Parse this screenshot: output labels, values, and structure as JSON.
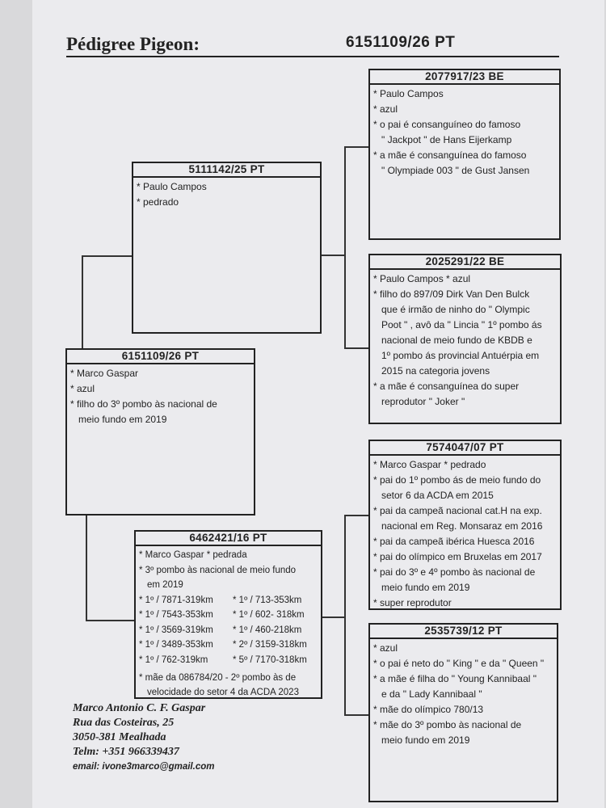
{
  "header": {
    "title": "Pédigree Pigeon:",
    "ring": "6151109/26   PT"
  },
  "pigeon": {
    "ring": "6151109/26   PT",
    "lines": [
      "* Marco Gaspar",
      "* azul",
      "* filho do 3º pombo às nacional de",
      "meio fundo em 2019"
    ]
  },
  "father": {
    "ring": "5111142/25   PT",
    "lines": [
      "* Paulo Campos",
      "* pedrado"
    ]
  },
  "mother": {
    "ring": "6462421/16   PT",
    "lines_top": [
      "* Marco Gaspar     * pedrada",
      "* 3º pombo às nacional de meio fundo",
      "em 2019"
    ],
    "results_left": [
      "* 1º / 7871-319km",
      "* 1º / 7543-353km",
      "* 1º / 3569-319km",
      "* 1º / 3489-353km",
      "* 1º / 762-319km"
    ],
    "results_right": [
      "* 1º / 713-353km",
      "* 1º / 602- 318km",
      "* 1º / 460-218km",
      "* 2º / 3159-318km",
      "* 5º / 7170-318km"
    ],
    "lines_bottom": [
      "* mãe da 086784/20 - 2º pombo às de",
      "velocidade do setor 4 da ACDA 2023"
    ]
  },
  "ff": {
    "ring": "2077917/23   BE",
    "lines": [
      "* Paulo Campos",
      "* azul",
      "* o pai é consanguíneo do famoso",
      "\" Jackpot \" de Hans Eijerkamp",
      "* a mãe é consanguínea do famoso",
      "\" Olympiade 003 \" de Gust Jansen"
    ]
  },
  "fm": {
    "ring": "2025291/22   BE",
    "lines": [
      "* Paulo Campos      * azul",
      "* filho do 897/09  Dirk Van Den Bulck",
      "que é irmão de ninho do \" Olympic",
      "Poot \" , avô da \" Lincia \" 1º pombo ás",
      "nacional de meio fundo de KBDB e",
      "1º pombo ás provincial Antuérpia em",
      "2015 na categoria jovens",
      "* a mãe é consanguínea do super",
      "reprodutor \" Joker \""
    ]
  },
  "mf": {
    "ring": "7574047/07   PT",
    "lines": [
      "* Marco Gaspar     * pedrado",
      "* pai do 1º pombo ás de meio fundo do",
      "setor 6 da ACDA em 2015",
      "* pai da campeã nacional cat.H na exp.",
      "nacional em Reg. Monsaraz em 2016",
      "* pai da campeã ibérica Huesca 2016",
      "* pai do olímpico em Bruxelas em 2017",
      "* pai do 3º e 4º pombo às nacional de",
      "meio fundo em 2019",
      "* super reprodutor"
    ]
  },
  "mm": {
    "ring": "2535739/12   PT",
    "lines": [
      "* azul",
      "* o pai é neto do \" King \" e da \" Queen \"",
      "* a mãe é filha do \" Young Kannibaal \"",
      "e da \" Lady Kannibaal \"",
      "* mãe do olímpico 780/13",
      "* mãe do 3º pombo às nacional de",
      "meio fundo em 2019"
    ]
  },
  "footer": {
    "name": "Marco Antonio C. F. Gaspar",
    "street": "Rua das Costeiras, 25",
    "city": "3050-381 Mealhada",
    "phone": "Telm: +351 966339437",
    "email": "email: ivone3marco@gmail.com"
  }
}
